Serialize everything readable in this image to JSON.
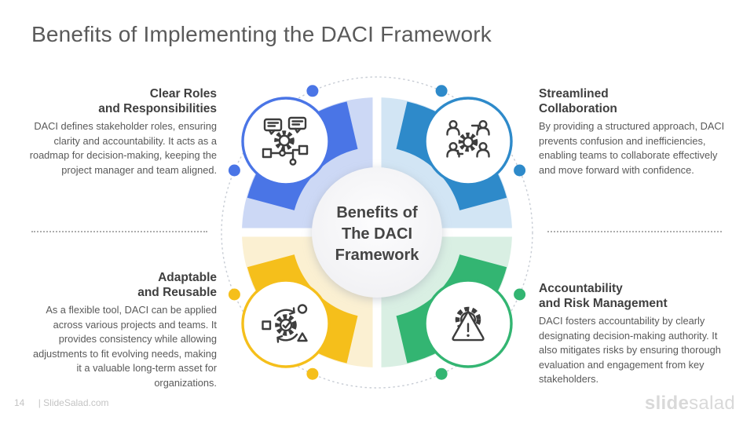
{
  "title": "Benefits of Implementing the DACI Framework",
  "center_circle": {
    "line1": "Benefits of",
    "line2": "The DACI",
    "line3": "Framework"
  },
  "benefits": [
    {
      "heading_line1": "Clear Roles",
      "heading_line2": "and Responsibilities",
      "body": "DACI defines stakeholder roles, ensuring clarity and accountability. It acts as a roadmap for decision-making, keeping the project manager and team aligned.",
      "accent_color": "#4a75e6",
      "icon": "communication-workflow-icon"
    },
    {
      "heading_line1": "Streamlined",
      "heading_line2": "Collaboration",
      "body": "By providing a structured approach, DACI prevents confusion and inefficiencies, enabling teams to collaborate effectively and move forward with confidence.",
      "accent_color": "#2e8aca",
      "icon": "team-collaboration-icon"
    },
    {
      "heading_line1": "Adaptable",
      "heading_line2": "and Reusable",
      "body": "As a flexible tool, DACI can be applied across various projects and teams. It provides consistency while allowing adjustments to fit evolving needs, making it a valuable long-term asset for organizations.",
      "accent_color": "#f5bf1b",
      "icon": "process-check-icon"
    },
    {
      "heading_line1": "Accountability",
      "heading_line2": "and Risk Management",
      "body": "DACI fosters accountability by clearly designating decision-making authority. It also mitigates risks by ensuring thorough evaluation and engagement from key stakeholders.",
      "accent_color": "#33b572",
      "icon": "risk-warning-icon"
    }
  ],
  "footer": {
    "page_number": "14",
    "website": "| SlideSalad.com",
    "logo_bold": "slide",
    "logo_light": "salad"
  },
  "colors": {
    "royal_blue": "#4a75e6",
    "sky_blue": "#2e8aca",
    "yellow": "#f5bf1b",
    "green": "#33b572",
    "pale_blue": "#ccd8f5",
    "pale_sky": "#d2e5f4",
    "pale_yellow": "#fbf0d2",
    "pale_green": "#d9efe3",
    "title_text": "#5a5a5a",
    "heading_text": "#3f3f3f",
    "body_text": "#595959",
    "footer_text": "#c4c4c4",
    "logo_text": "#d9d9d9",
    "icon_stroke": "#3d3d3d"
  }
}
